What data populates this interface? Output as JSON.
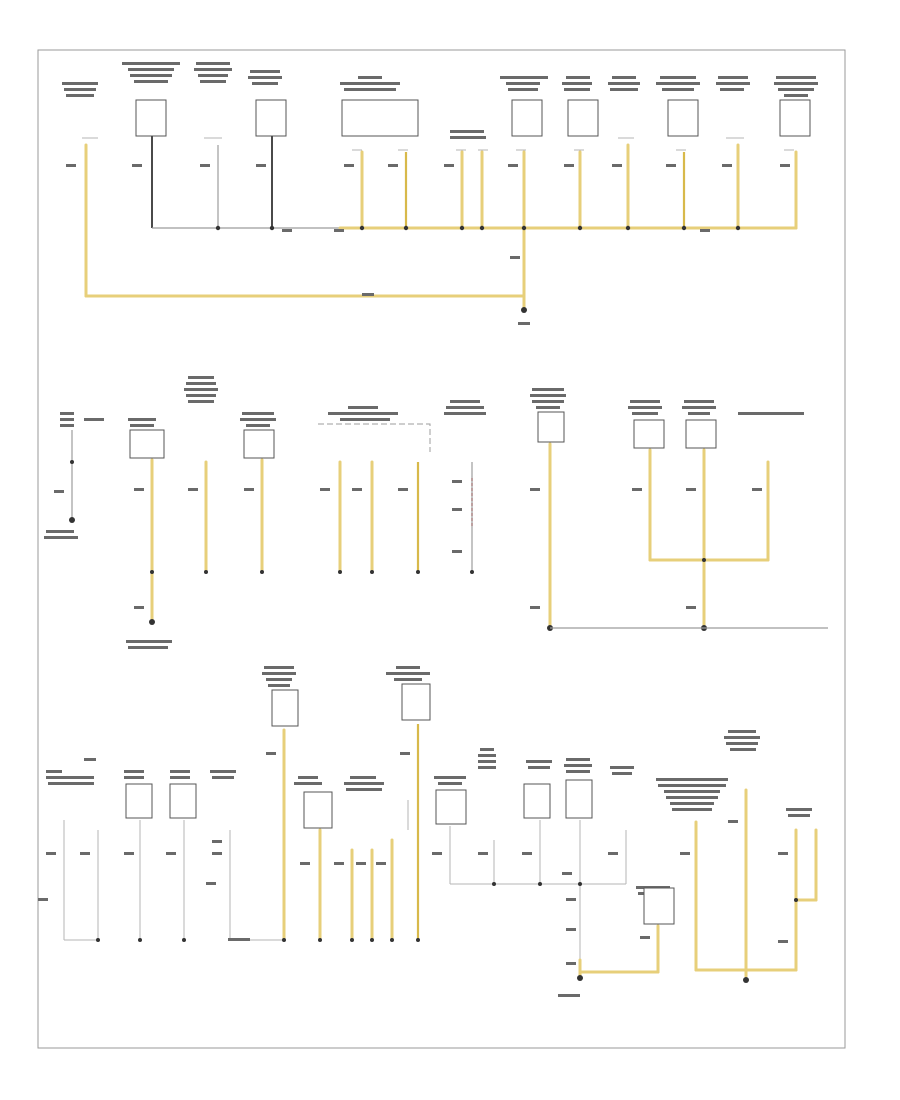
{
  "diagram": {
    "figure_id": "",
    "blocks": [
      "upper-ground-distribution",
      "middle-ground-distribution",
      "lower-ground-distribution"
    ]
  },
  "colors": {
    "wire_yellow": "#e7cf7a",
    "wire_gray": "#9c9c9c",
    "wire_dark": "#4a4a4a",
    "wire_red_dashed": "#e05050",
    "frame": "#9a9a9a"
  }
}
